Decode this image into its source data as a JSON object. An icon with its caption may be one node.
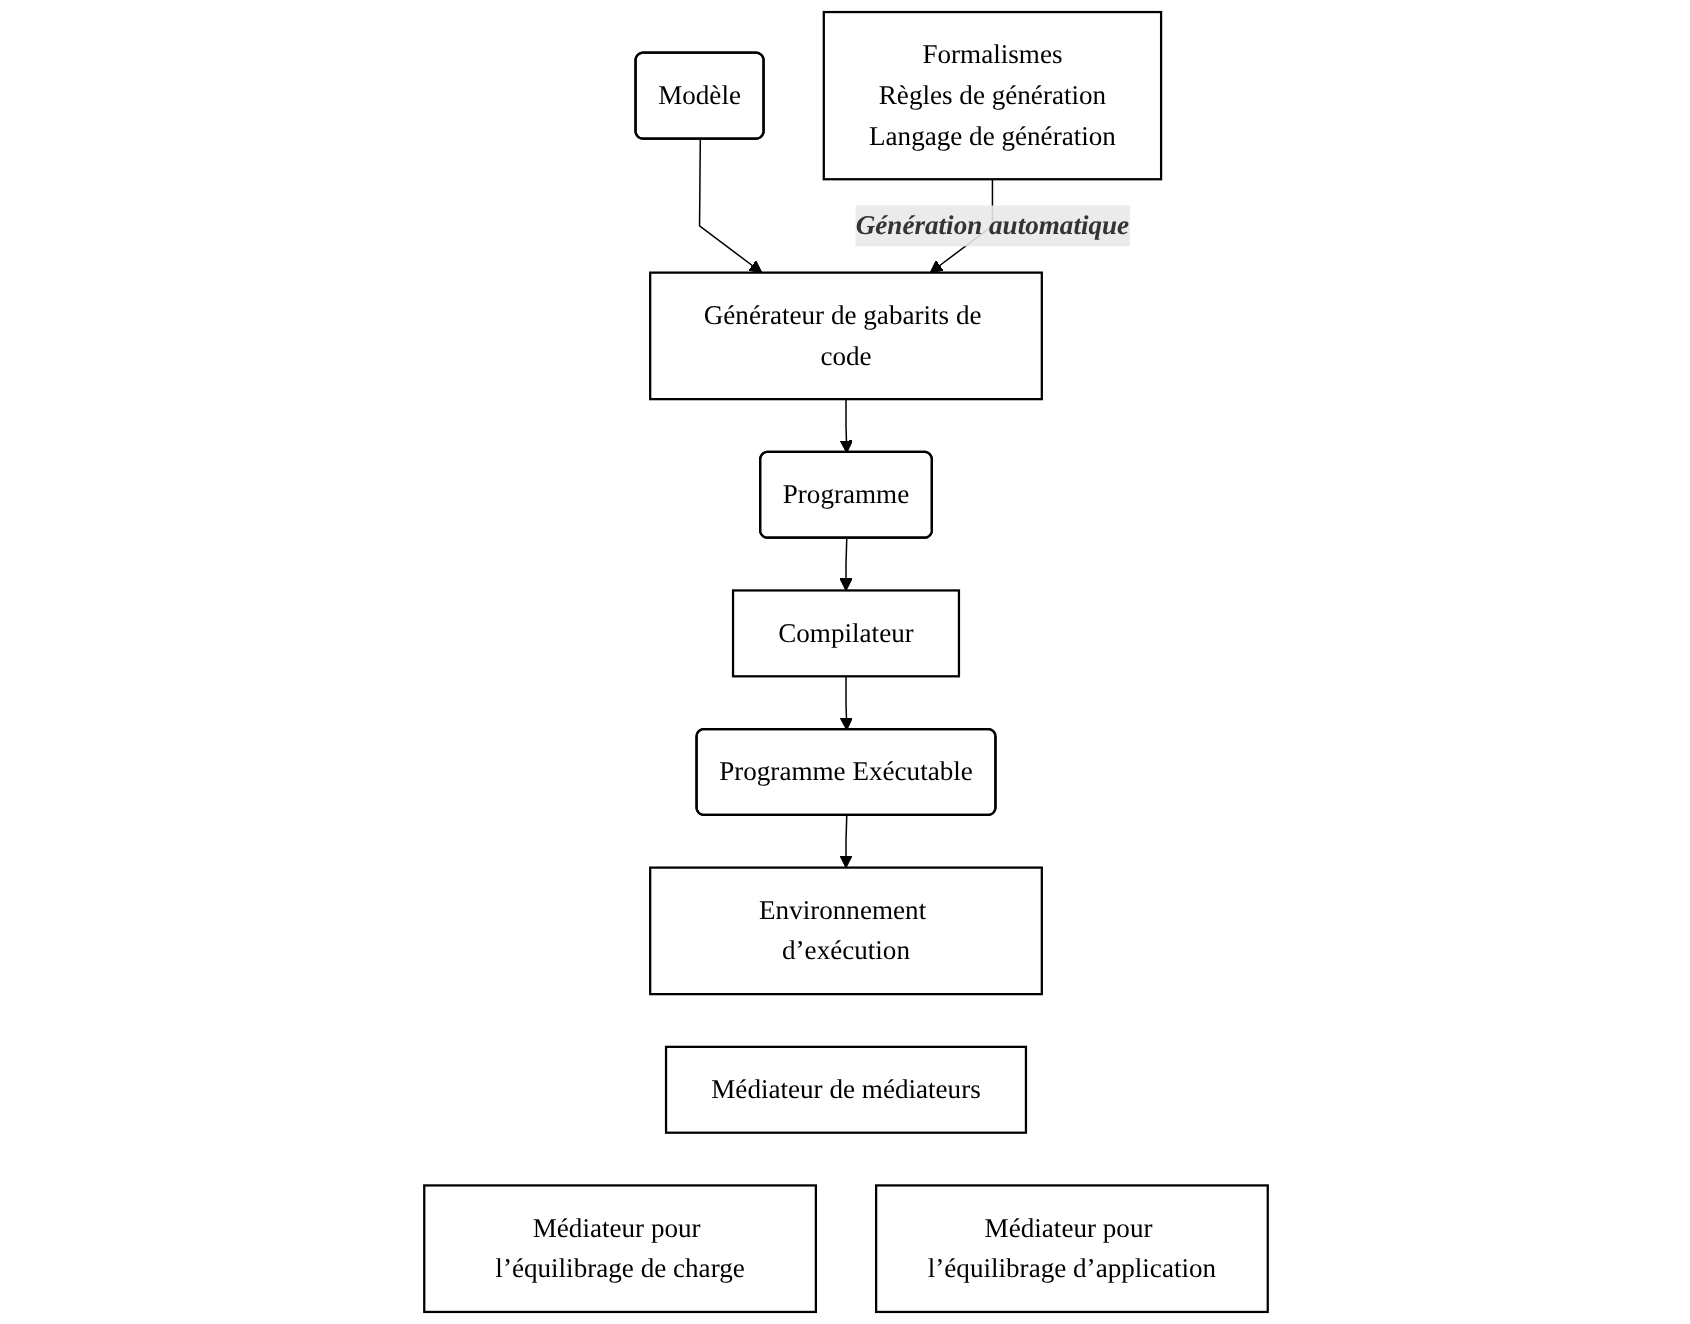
{
  "diagram": {
    "nodes": [
      {
        "text": [
          "Modèle"
        ]
      },
      {
        "text": [
          "Générateur de gabarits de code"
        ]
      },
      {
        "text": [
          "Formalismes",
          "Règles de génération",
          "Langage de génération"
        ]
      },
      {
        "text": [
          "Programme"
        ]
      },
      {
        "text": [
          "Compilateur"
        ]
      },
      {
        "text": [
          "Programme Exécutable"
        ]
      },
      {
        "text": [
          "Environnement d’exécution"
        ]
      },
      {
        "text": [
          "Médiateur de médiateurs"
        ]
      },
      {
        "text": [
          "Médiateur pour l’équilibrage de charge"
        ]
      },
      {
        "text": [
          "Médiateur pour l’équilibrage d’application"
        ]
      }
    ],
    "edges": [
      {
        "from": 0,
        "to": 1,
        "arrow": "to"
      },
      {
        "from": 2,
        "to": 1,
        "arrow": "to",
        "label": "Génération automatique"
      },
      {
        "from": 1,
        "to": 3,
        "arrow": "to"
      },
      {
        "from": 3,
        "to": 4,
        "arrow": "to"
      },
      {
        "from": 4,
        "to": 5,
        "arrow": "to"
      },
      {
        "from": 5,
        "to": 6,
        "arrow": "to"
      }
    ]
  }
}
